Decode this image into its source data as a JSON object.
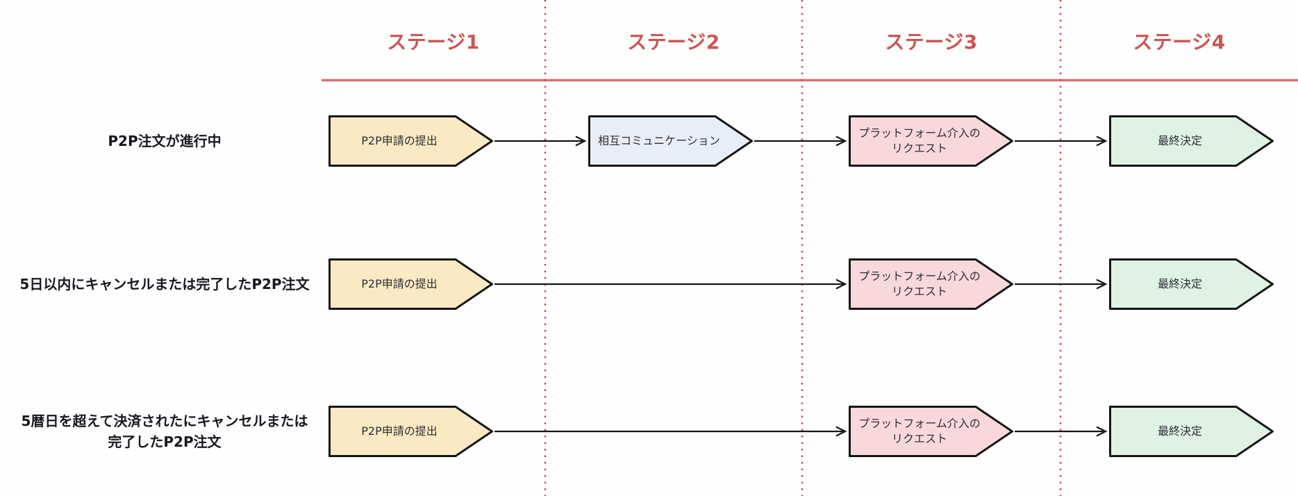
{
  "diagram": {
    "stage_headers": [
      "ステージ1",
      "ステージ2",
      "ステージ3",
      "ステージ4"
    ],
    "rows": [
      {
        "label": "P2P注文が進行中",
        "steps": [
          {
            "stage": 1,
            "label": "P2P申請の提出",
            "color": "yellow"
          },
          {
            "stage": 2,
            "label": "相互コミュニケーション",
            "color": "blue"
          },
          {
            "stage": 3,
            "label": "プラットフォーム介入のリクエスト",
            "color": "pink"
          },
          {
            "stage": 4,
            "label": "最終決定",
            "color": "green"
          }
        ]
      },
      {
        "label": "5日以内にキャンセルまたは完了したP2P注文",
        "steps": [
          {
            "stage": 1,
            "label": "P2P申請の提出",
            "color": "yellow"
          },
          {
            "stage": 3,
            "label": "プラットフォーム介入のリクエスト",
            "color": "pink"
          },
          {
            "stage": 4,
            "label": "最終決定",
            "color": "green"
          }
        ]
      },
      {
        "label": "5暦日を超えて決済されたにキャンセルまたは完了したP2P注文",
        "steps": [
          {
            "stage": 1,
            "label": "P2P申請の提出",
            "color": "yellow"
          },
          {
            "stage": 3,
            "label": "プラットフォーム介入のリクエスト",
            "color": "pink"
          },
          {
            "stage": 4,
            "label": "最終決定",
            "color": "green"
          }
        ]
      }
    ],
    "colors": {
      "yellow": "#FAEAC3",
      "blue": "#E8EEF8",
      "pink": "#F9D8DC",
      "green": "#DFF2E3",
      "border": "#141414",
      "arrow": "#151515",
      "header_red": "#CB5654",
      "rule_red": "#D97070",
      "divider_red": "#C84B4B"
    }
  }
}
